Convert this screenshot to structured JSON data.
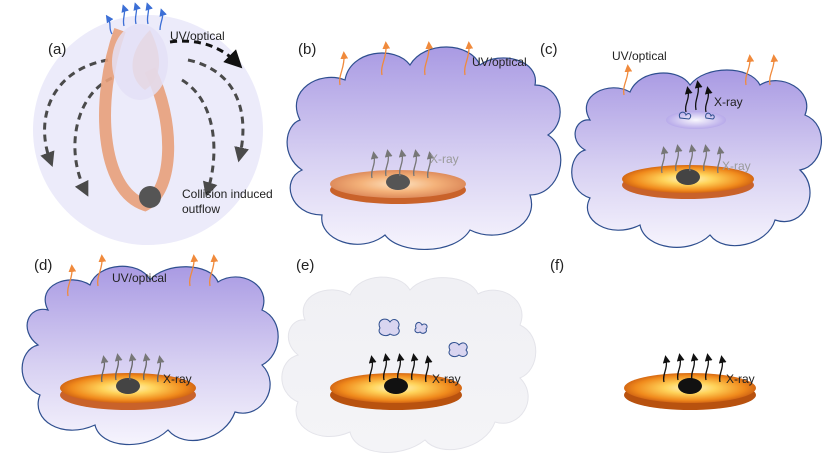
{
  "panels": [
    {
      "id": "a",
      "label": "(a)"
    },
    {
      "id": "b",
      "label": "(b)"
    },
    {
      "id": "c",
      "label": "(c)"
    },
    {
      "id": "d",
      "label": "(d)"
    },
    {
      "id": "e",
      "label": "(e)"
    },
    {
      "id": "f",
      "label": "(f)"
    }
  ],
  "text": {
    "uv_optical": "UV/optical",
    "xray": "X-ray",
    "collision_line1": "Collision induced",
    "collision_line2": "outflow"
  },
  "colors": {
    "panel_a_bg": "#ecebfa",
    "stream": "#e8a07a",
    "cloud_top": "#a99ae3",
    "cloud_bottom": "#f6f4fd",
    "cloud_stroke": "#2f4f8f",
    "disk_outer": "#e9761b",
    "disk_inner": "#ffe27a",
    "uv_arrow": "#f08a3c",
    "blue_arrow": "#3c6fd6",
    "dashed_arrow": "#4a4a4a",
    "xray_arrow_gray": "#777777",
    "xray_arrow_black": "#111111",
    "black_hole": "#111111"
  }
}
